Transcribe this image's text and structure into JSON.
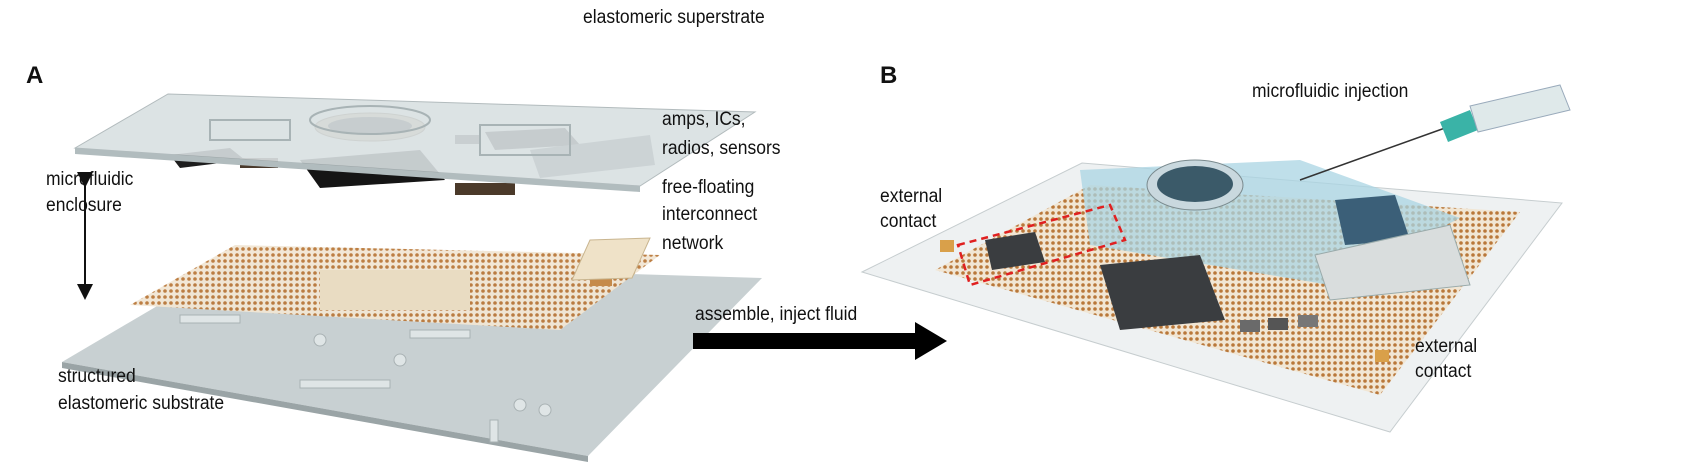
{
  "panel_a": {
    "letter": "A",
    "superstrate": "elastomeric superstrate",
    "components_line1": "amps, ICs,",
    "components_line2": "radios, sensors",
    "interconnect_line1": "free-floating",
    "interconnect_line2": "interconnect",
    "interconnect_line3": "network",
    "enclosure_line1": "microfluidic",
    "enclosure_line2": "enclosure",
    "substrate_line1": "structured",
    "substrate_line2": "elastomeric substrate"
  },
  "process_arrow": {
    "label": "assemble, inject fluid"
  },
  "panel_b": {
    "letter": "B",
    "injection": "microfluidic injection",
    "contact_left_line1": "external",
    "contact_left_line2": "contact",
    "contact_right_line1": "external",
    "contact_right_line2": "contact"
  },
  "colors": {
    "copper": "#c58a4a",
    "chip": "#2a2a2a",
    "elastomer": "#c9d2d4",
    "fluid": "#a9d4e3",
    "highlight": "#e02020"
  }
}
